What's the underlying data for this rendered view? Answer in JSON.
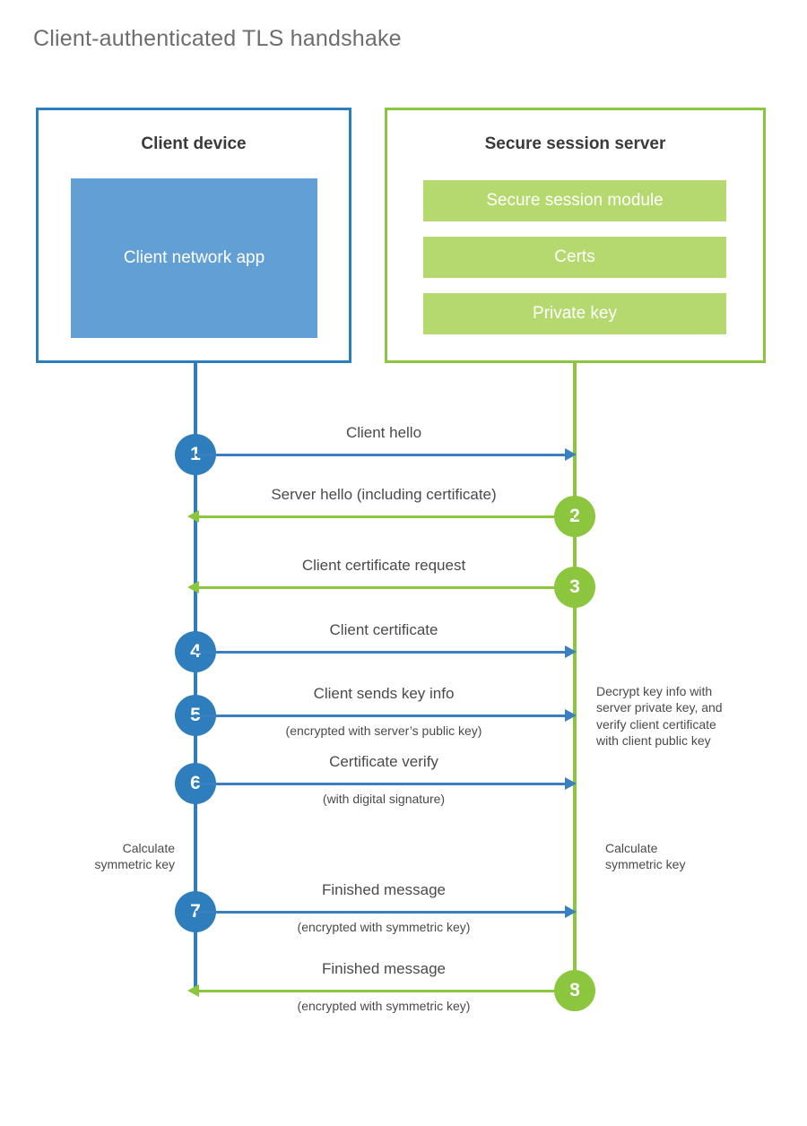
{
  "title": "Client-authenticated TLS handshake",
  "colors": {
    "client_accent": "#2e7ebd",
    "client_fill": "#619fd4",
    "server_accent": "#8cc63e",
    "server_fill": "#b5d96f",
    "title_text": "#6d6d6d",
    "body_text": "#4a4a4a"
  },
  "participants": {
    "client": {
      "title": "Client device",
      "app_label": "Client network app"
    },
    "server": {
      "title": "Secure session server",
      "modules": [
        {
          "label": "Secure session module"
        },
        {
          "label": "Certs"
        },
        {
          "label": "Private key"
        }
      ]
    }
  },
  "messages": [
    {
      "step": "1",
      "label": "Client hello",
      "sublabel": "",
      "direction": "client-to-server",
      "color": "#3a80c0"
    },
    {
      "step": "2",
      "label": "Server hello (including certificate)",
      "sublabel": "",
      "direction": "server-to-client",
      "color": "#8cc63e"
    },
    {
      "step": "3",
      "label": "Client certificate request",
      "sublabel": "",
      "direction": "server-to-client",
      "color": "#8cc63e"
    },
    {
      "step": "4",
      "label": "Client certificate",
      "sublabel": "",
      "direction": "client-to-server",
      "color": "#3a80c0"
    },
    {
      "step": "5",
      "label": "Client sends key info",
      "sublabel": "(encrypted with server’s public key)",
      "direction": "client-to-server",
      "color": "#3a80c0"
    },
    {
      "step": "6",
      "label": "Certificate verify",
      "sublabel": "(with digital signature)",
      "direction": "client-to-server",
      "color": "#3a80c0"
    },
    {
      "step": "7",
      "label": "Finished message",
      "sublabel": "(encrypted with symmetric key)",
      "direction": "client-to-server",
      "color": "#3a80c0"
    },
    {
      "step": "8",
      "label": "Finished message",
      "sublabel": "(encrypted with symmetric key)",
      "direction": "server-to-client",
      "color": "#8cc63e"
    }
  ],
  "annotations": {
    "server_decrypt": "Decrypt key info with\nserver private key, and\nverify client certificate\nwith client public key",
    "client_symmetric": "Calculate\nsymmetric key",
    "server_symmetric": "Calculate\nsymmetric key"
  }
}
